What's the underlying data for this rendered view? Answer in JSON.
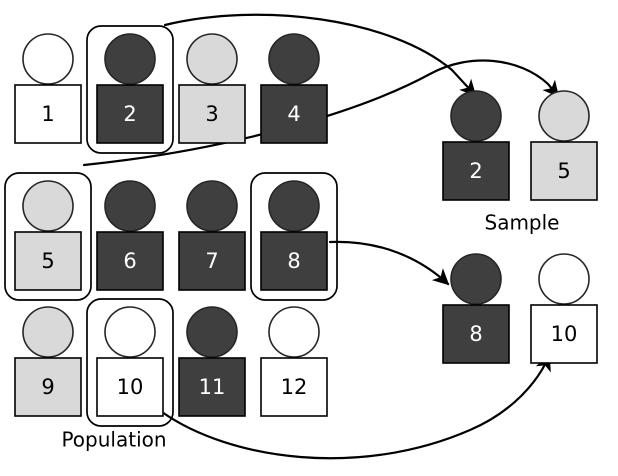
{
  "figure": {
    "title_population": "Population",
    "title_sample": "Sample",
    "colors": {
      "dark": "#3f3f3f",
      "light": "#d9d9d9",
      "white": "#ffffff",
      "outline": "#000000",
      "text_on_dark": "#ffffff",
      "text_on_light": "#000000",
      "arrow": "#000000"
    }
  },
  "population": {
    "label": "Population",
    "rows": [
      {
        "row_index": 0,
        "units": [
          {
            "value": "1",
            "shade": "white",
            "selected": false
          },
          {
            "value": "2",
            "shade": "dark",
            "selected": true
          },
          {
            "value": "3",
            "shade": "light",
            "selected": false
          },
          {
            "value": "4",
            "shade": "dark",
            "selected": false
          }
        ]
      },
      {
        "row_index": 1,
        "units": [
          {
            "value": "5",
            "shade": "light",
            "selected": true
          },
          {
            "value": "6",
            "shade": "dark",
            "selected": false
          },
          {
            "value": "7",
            "shade": "dark",
            "selected": false
          },
          {
            "value": "8",
            "shade": "dark",
            "selected": true
          }
        ]
      },
      {
        "row_index": 2,
        "units": [
          {
            "value": "9",
            "shade": "light",
            "selected": false
          },
          {
            "value": "10",
            "shade": "white",
            "selected": true
          },
          {
            "value": "11",
            "shade": "dark",
            "selected": false
          },
          {
            "value": "12",
            "shade": "white",
            "selected": false
          }
        ]
      }
    ]
  },
  "sample": {
    "label": "Sample",
    "rows": [
      {
        "row_index": 0,
        "units": [
          {
            "value": "2",
            "shade": "dark",
            "selected": false
          },
          {
            "value": "5",
            "shade": "light",
            "selected": false
          }
        ]
      },
      {
        "row_index": 1,
        "units": [
          {
            "value": "8",
            "shade": "dark",
            "selected": false
          },
          {
            "value": "10",
            "shade": "white",
            "selected": false
          }
        ]
      }
    ]
  },
  "arrows": [
    {
      "name": "arrow-2-to-sample-2",
      "from_unit": "2",
      "to_unit": "2"
    },
    {
      "name": "arrow-5-to-sample-5",
      "from_unit": "5",
      "to_unit": "5"
    },
    {
      "name": "arrow-8-to-sample-8",
      "from_unit": "8",
      "to_unit": "8"
    },
    {
      "name": "arrow-10-to-sample-10",
      "from_unit": "10",
      "to_unit": "10"
    }
  ]
}
